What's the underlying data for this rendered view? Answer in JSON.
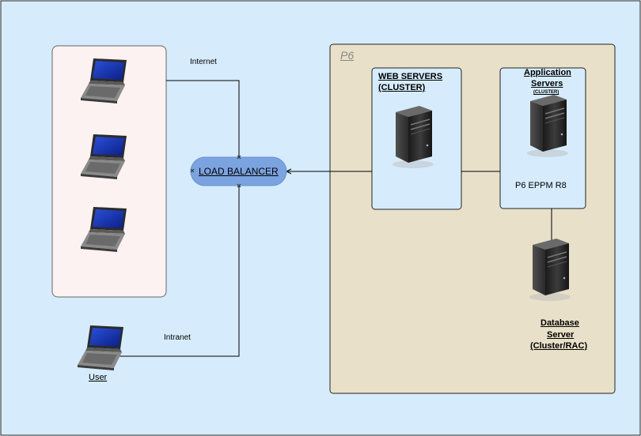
{
  "labels": {
    "internet": "Internet",
    "intranet": "Intranet",
    "load_balancer": "LOAD BALANCER",
    "p6": "P6",
    "web_servers_1": "WEB SERVERS",
    "web_servers_2": "(CLUSTER)",
    "app_servers_1": "Application",
    "app_servers_2": "Servers",
    "app_servers_3": "(CLUSTER)",
    "p6_eppm": "P6 EPPM R8",
    "db_1": "Database",
    "db_2": "Server",
    "db_3": "(Cluster/RAC)",
    "user": "User"
  },
  "colors": {
    "background": "#d6ecfd",
    "client_panel": "#fcf2f2",
    "p6_panel": "#e8e0c8",
    "load_balancer_fill": "#7ba3e0",
    "line": "#000000"
  },
  "icons": {
    "client": "laptop-icon",
    "server": "server-tower-icon"
  }
}
